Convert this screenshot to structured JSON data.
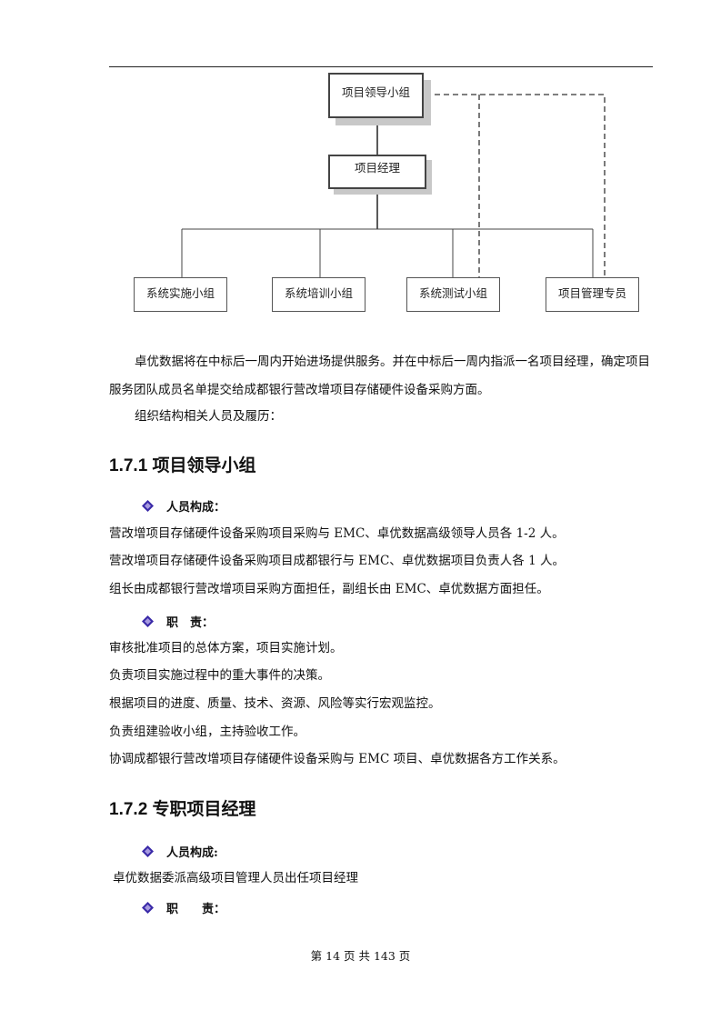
{
  "org_chart": {
    "lead": "项目领导小组",
    "manager": "项目经理",
    "groups": [
      "系统实施小组",
      "系统培训小组",
      "系统测试小组",
      "项目管理专员"
    ]
  },
  "intro": {
    "p1": "卓优数据将在中标后一周内开始进场提供服务。并在中标后一周内指派一名项目经理，确定项目服务团队成员名单提交给成都银行营改增项目存储硬件设备采购方面。",
    "p2": "组织结构相关人员及履历："
  },
  "section_1": {
    "heading": "1.7.1 项目领导小组",
    "members_label": "人员构成：",
    "members": [
      "营改增项目存储硬件设备采购项目采购与 EMC、卓优数据高级领导人员各 1-2 人。",
      "营改增项目存储硬件设备采购项目成都银行与 EMC、卓优数据项目负责人各 1 人。",
      "组长由成都银行营改增项目采购方面担任，副组长由 EMC、卓优数据方面担任。"
    ],
    "duties_label": "职　责：",
    "duties": [
      "审核批准项目的总体方案，项目实施计划。",
      "负责项目实施过程中的重大事件的决策。",
      "根据项目的进度、质量、技术、资源、风险等实行宏观监控。",
      "负责组建验收小组，主持验收工作。",
      "协调成都银行营改增项目存储硬件设备采购与 EMC 项目、卓优数据各方工作关系。"
    ]
  },
  "section_2": {
    "heading": "1.7.2 专职项目经理",
    "members_label": "人员构成:",
    "members": [
      "卓优数据委派高级项目管理人员出任项目经理"
    ],
    "duties_label": "职　　责："
  },
  "footer": "第 14 页 共 143 页",
  "colors": {
    "bullet": "#3a2aa8"
  }
}
